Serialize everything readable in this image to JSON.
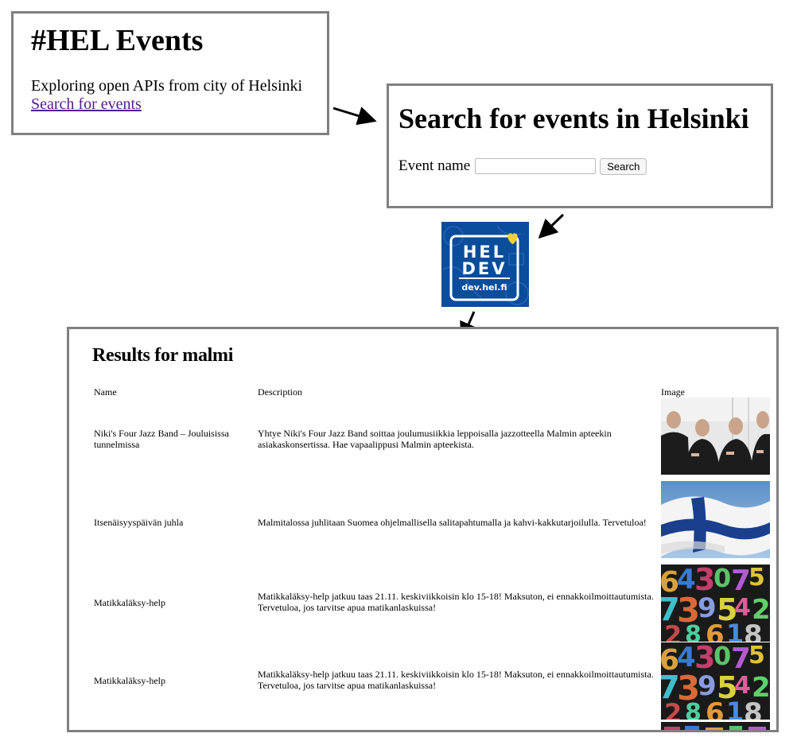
{
  "home": {
    "title": "#HEL Events",
    "subtitle": "Exploring open APIs from city of Helsinki",
    "link": "Search for events"
  },
  "search": {
    "title": "Search for events in Helsinki",
    "field_label": "Event name",
    "field_value": "",
    "button_label": "Search"
  },
  "logo": {
    "line1": "HEL",
    "line2": "DEV",
    "url": "dev.hel.fi",
    "background": "#0a4d9c",
    "heart_color": "#f5d03b"
  },
  "results": {
    "title": "Results for malmi",
    "columns": [
      "Name",
      "Description",
      "Image"
    ],
    "rows": [
      {
        "name": "Niki's Four Jazz Band – Jouluisissa tunnelmissa",
        "description": "Yhtye Niki's Four Jazz Band soittaa joulumusiikkia leppoisalla jazzotteella Malmin apteekin asiakaskonsertissa. Hae vapaalippusi Malmin apteekista.",
        "image": "band-photo"
      },
      {
        "name": "Itsenäisyyspäivän juhla",
        "description": "Malmitalossa juhlitaan Suomea ohjelmallisella salitapahtumalla ja kahvi-kakkutarjoilulla. Tervetuloa!",
        "image": "finnish-flag-photo"
      },
      {
        "name": "Matikkaläksy-help",
        "description": "Matikkaläksy-help jatkuu taas 21.11. keskiviikkoisin klo 15-18! Maksuton, ei ennakkoilmoittautumista. Tervetuloa, jos tarvitse apua matikanlaskuissa!",
        "image": "colorful-numbers-photo"
      },
      {
        "name": "Matikkaläksy-help",
        "description": "Matikkaläksy-help jatkuu taas 21.11. keskiviikkoisin klo 15-18! Maksuton, ei ennakkoilmoittautumista. Tervetuloa, jos tarvitse apua matikanlaskuissa!",
        "image": "colorful-numbers-photo"
      }
    ]
  }
}
